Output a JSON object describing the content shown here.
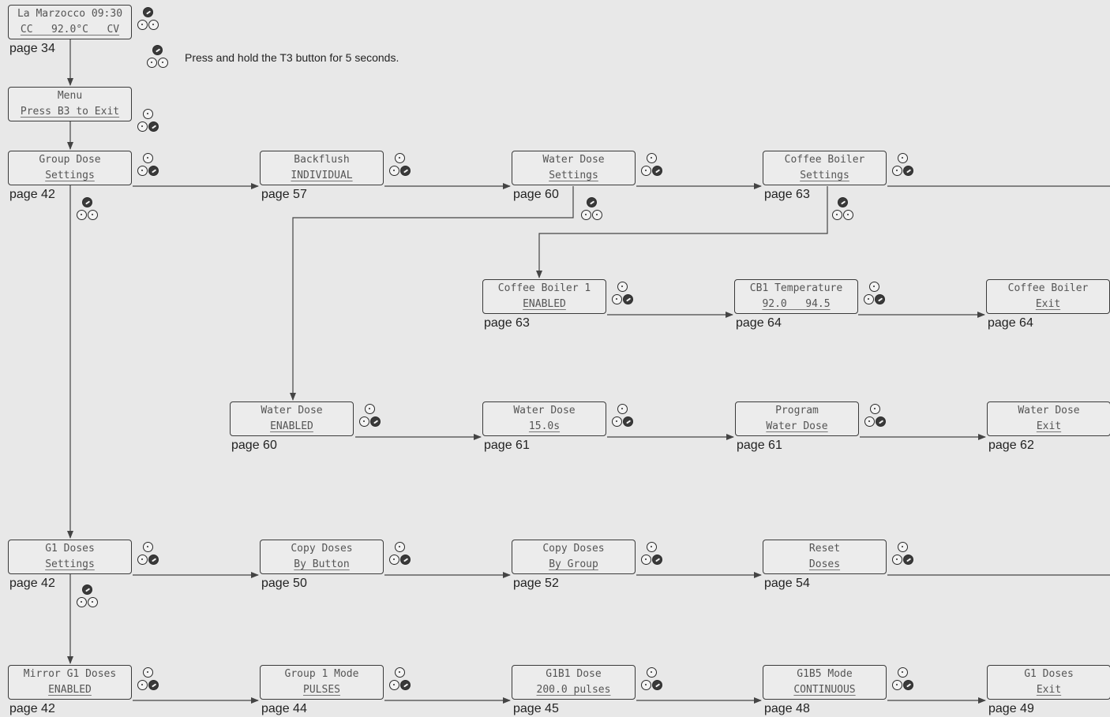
{
  "instruction": "Press and hold the T3 button for 5 seconds.",
  "nodes": [
    {
      "id": "home",
      "line1": "La Marzocco 09:30",
      "line2": "CC   92.0°C   CV",
      "page": "page 34",
      "active": "top"
    },
    {
      "id": "menu",
      "line1": "Menu",
      "line2": "Press B3 to Exit",
      "page": "",
      "active": "br"
    },
    {
      "id": "group-dose-settings",
      "line1": "Group Dose",
      "line2": "Settings",
      "page": "page 42",
      "active": "br"
    },
    {
      "id": "backflush",
      "line1": "Backflush",
      "line2": "INDIVIDUAL",
      "page": "page 57",
      "active": "br"
    },
    {
      "id": "water-dose-settings",
      "line1": "Water Dose",
      "line2": "Settings",
      "page": "page 60",
      "active": "br"
    },
    {
      "id": "coffee-boiler-settings",
      "line1": "Coffee Boiler",
      "line2": "Settings",
      "page": "page 63",
      "active": "br"
    },
    {
      "id": "coffee-boiler-1",
      "line1": "Coffee Boiler 1",
      "line2": "ENABLED",
      "page": "page 63",
      "active": "br"
    },
    {
      "id": "cb1-temperature",
      "line1": "CB1 Temperature",
      "line2": "92.0   94.5",
      "page": "page 64",
      "active": "br"
    },
    {
      "id": "coffee-boiler-exit",
      "line1": "Coffee Boiler",
      "line2": "Exit",
      "page": "page 64",
      "active": ""
    },
    {
      "id": "water-dose-enabled",
      "line1": "Water Dose",
      "line2": "ENABLED",
      "page": "page 60",
      "active": "br"
    },
    {
      "id": "water-dose-time",
      "line1": "Water Dose",
      "line2": "15.0s",
      "page": "page 61",
      "active": "br"
    },
    {
      "id": "program-water-dose",
      "line1": "Program",
      "line2": "Water Dose",
      "page": "page 61",
      "active": "br"
    },
    {
      "id": "water-dose-exit",
      "line1": "Water Dose",
      "line2": "Exit",
      "page": "page 62",
      "active": ""
    },
    {
      "id": "g1-doses-settings",
      "line1": "G1 Doses",
      "line2": "Settings",
      "page": "page 42",
      "active": "br"
    },
    {
      "id": "copy-doses-button",
      "line1": "Copy Doses",
      "line2": "By Button",
      "page": "page 50",
      "active": "br"
    },
    {
      "id": "copy-doses-group",
      "line1": "Copy Doses",
      "line2": "By Group",
      "page": "page 52",
      "active": "br"
    },
    {
      "id": "reset-doses",
      "line1": "Reset",
      "line2": "Doses",
      "page": "page 54",
      "active": "br"
    },
    {
      "id": "mirror-g1-doses",
      "line1": "Mirror G1 Doses",
      "line2": "ENABLED",
      "page": "page 42",
      "active": "br"
    },
    {
      "id": "group-1-mode",
      "line1": "Group 1 Mode",
      "line2": "PULSES",
      "page": "page 44",
      "active": "br"
    },
    {
      "id": "g1b1-dose",
      "line1": "G1B1 Dose",
      "line2": "200.0 pulses",
      "page": "page 45",
      "active": "br"
    },
    {
      "id": "g1b5-mode",
      "line1": "G1B5 Mode",
      "line2": "CONTINUOUS",
      "page": "page 48",
      "active": "br"
    },
    {
      "id": "g1-doses-exit",
      "line1": "G1 Doses",
      "line2": "Exit",
      "page": "page 49",
      "active": ""
    }
  ],
  "branch_controls": [
    {
      "id": "hold-t3",
      "active": "top"
    },
    {
      "id": "enter-group-dose",
      "active": "top"
    },
    {
      "id": "enter-water-dose",
      "active": "top"
    },
    {
      "id": "enter-coffee-boiler",
      "active": "top"
    },
    {
      "id": "enter-g1-doses",
      "active": "top"
    }
  ],
  "colors": {
    "background": "#e8e8e8",
    "line": "#444444",
    "lcd_text": "#555555"
  }
}
